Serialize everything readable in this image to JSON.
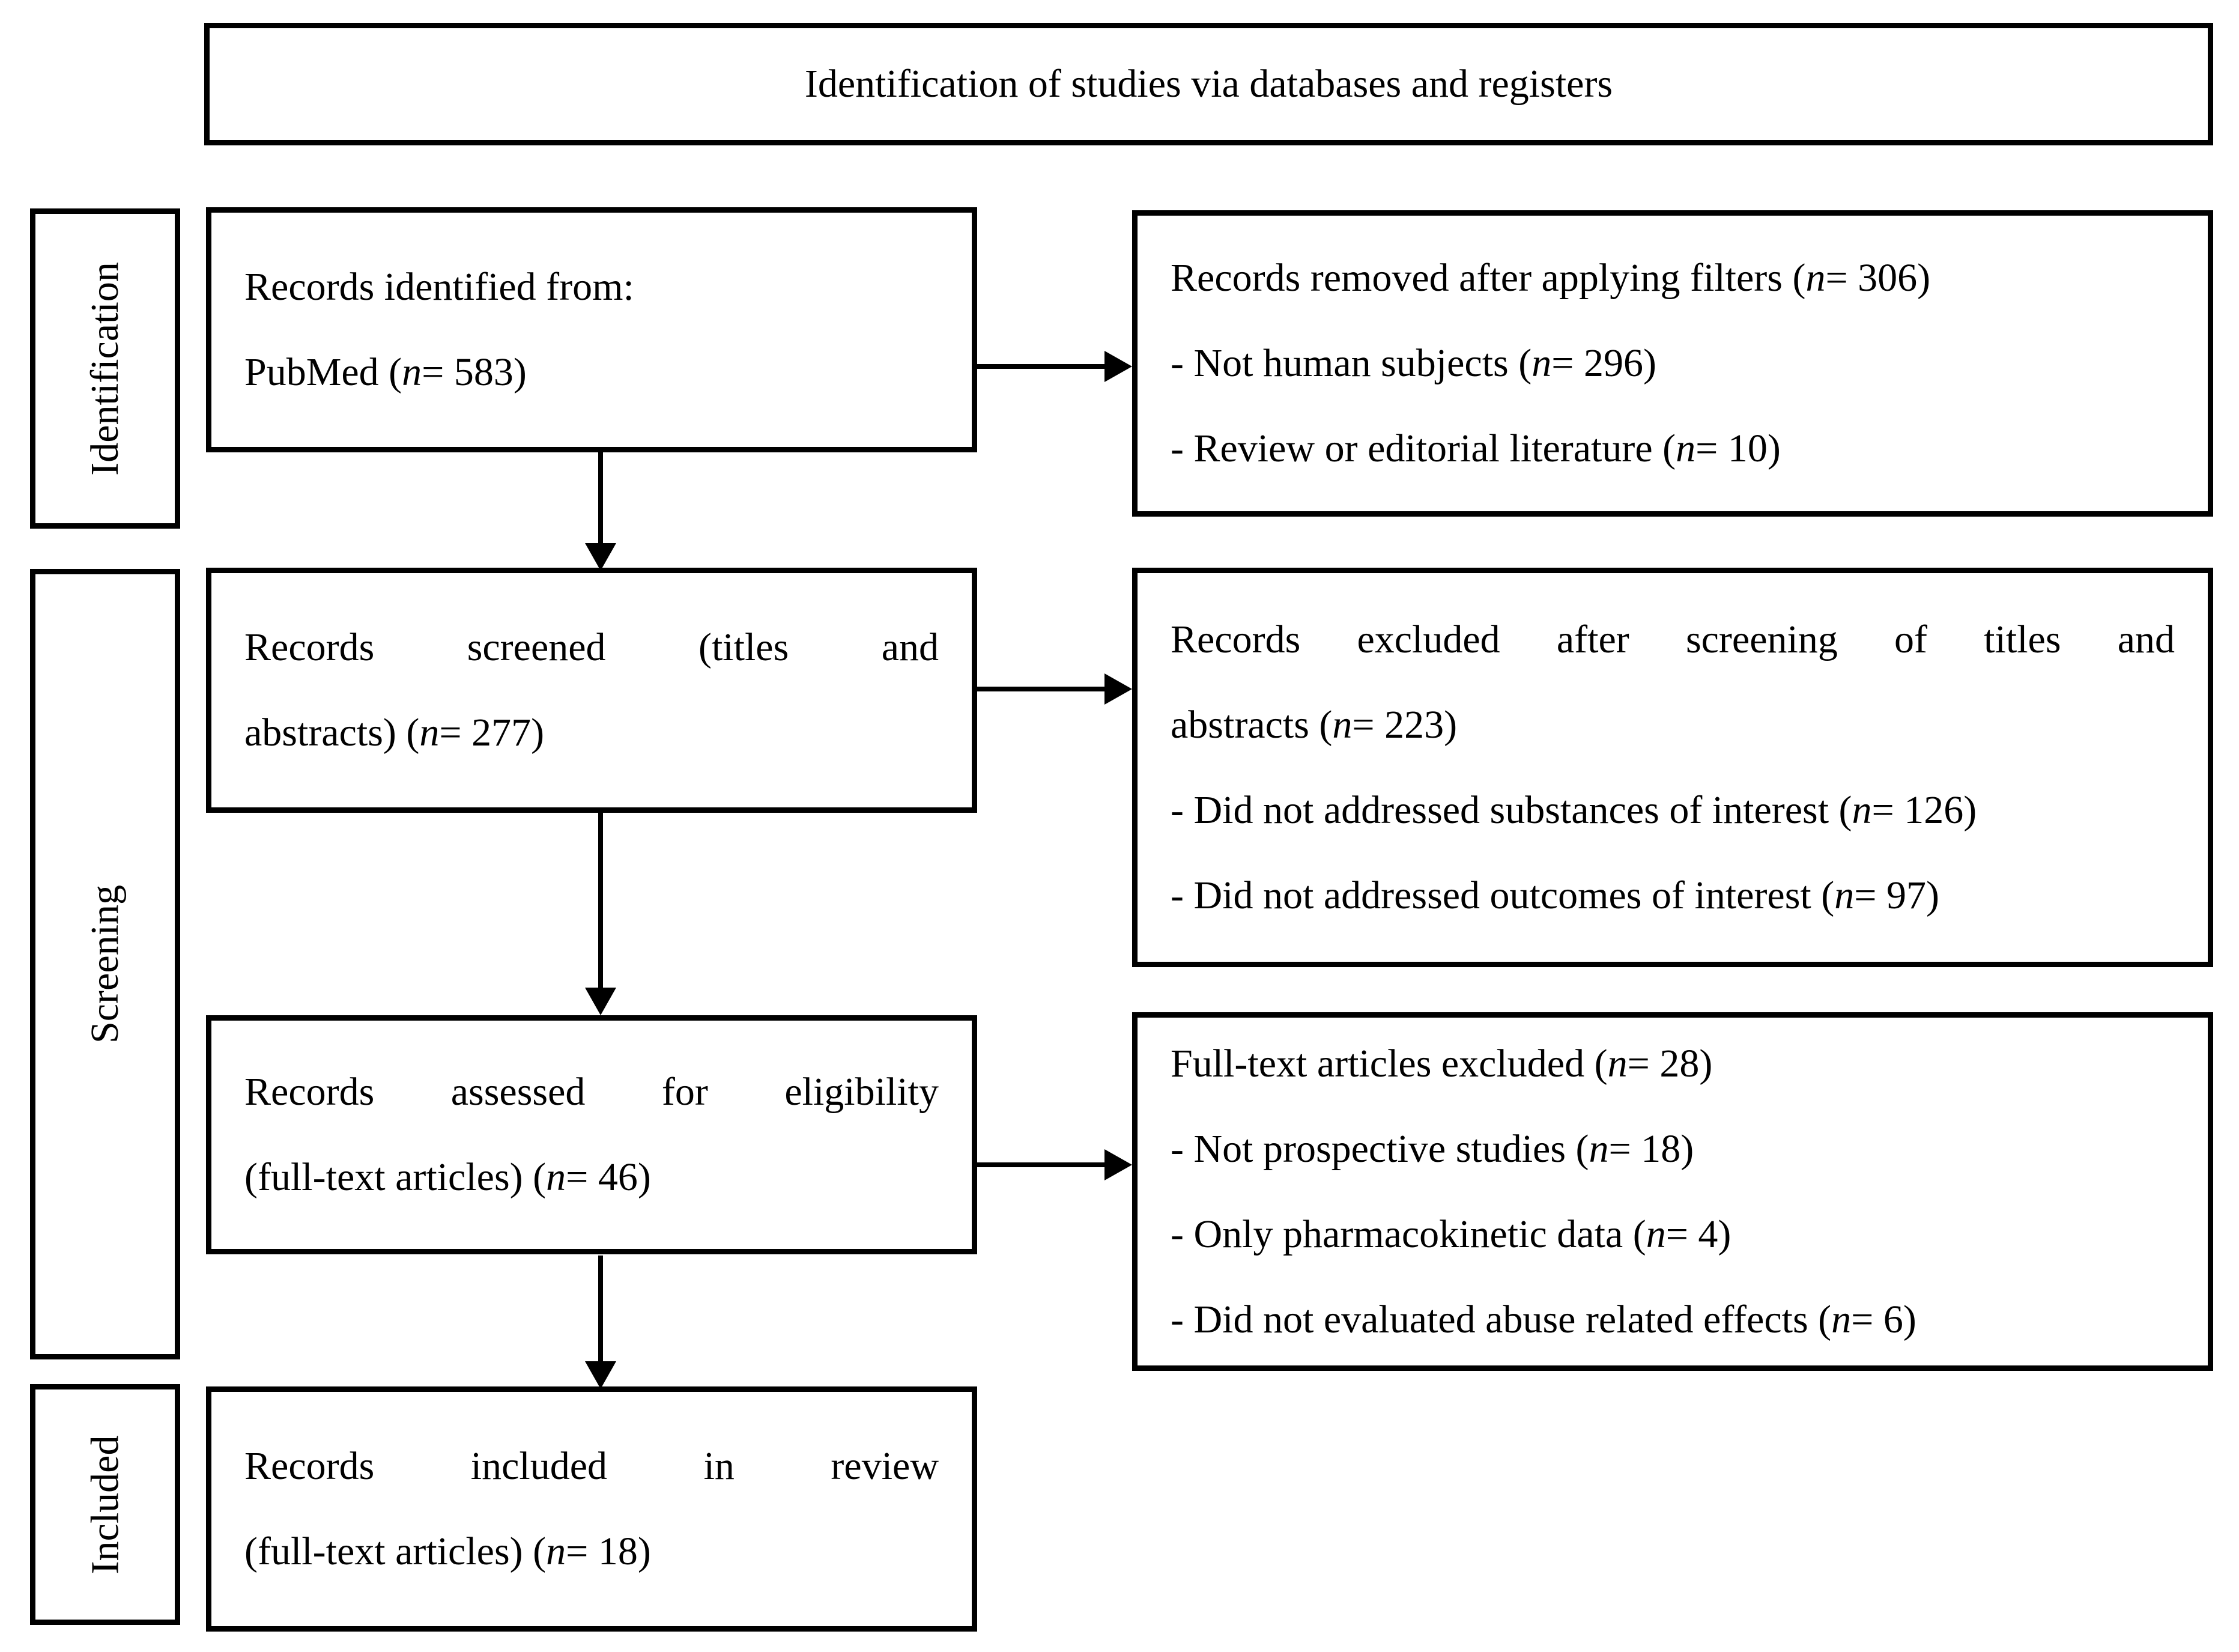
{
  "diagram": {
    "title": "Identification of studies via databases and registers",
    "stages": [
      {
        "label": "Identification"
      },
      {
        "label": "Screening"
      },
      {
        "label": "Included"
      }
    ],
    "boxes": {
      "identified": {
        "lines": [
          "Records identified from:",
          "PubMed (n= 583)"
        ]
      },
      "screened": {
        "lines": [
          "Records screened (titles and",
          "abstracts) (n= 277)"
        ]
      },
      "eligibility": {
        "lines": [
          "Records assessed for eligibility",
          "(full-text articles) (n= 46)"
        ]
      },
      "included": {
        "lines": [
          "Records included in review",
          "(full-text articles) (n= 18)"
        ]
      },
      "removed_filters": {
        "lines": [
          "Records removed after applying filters (n= 306)",
          "- Not human subjects (n= 296)",
          "- Review or editorial literature (n= 10)"
        ]
      },
      "excluded_screening": {
        "lines": [
          "Records excluded after screening of titles and",
          "abstracts (n= 223)",
          "- Did not addressed substances of interest (n= 126)",
          "- Did not addressed outcomes of interest (n= 97)"
        ]
      },
      "excluded_fulltext": {
        "lines": [
          "Full-text articles excluded (n= 28)",
          "- Not prospective studies (n= 18)",
          "- Only pharmacokinetic data (n= 4)",
          "- Did not evaluated abuse related effects (n= 6)"
        ]
      }
    },
    "colors": {
      "line": "#000000",
      "background": "#ffffff"
    }
  }
}
